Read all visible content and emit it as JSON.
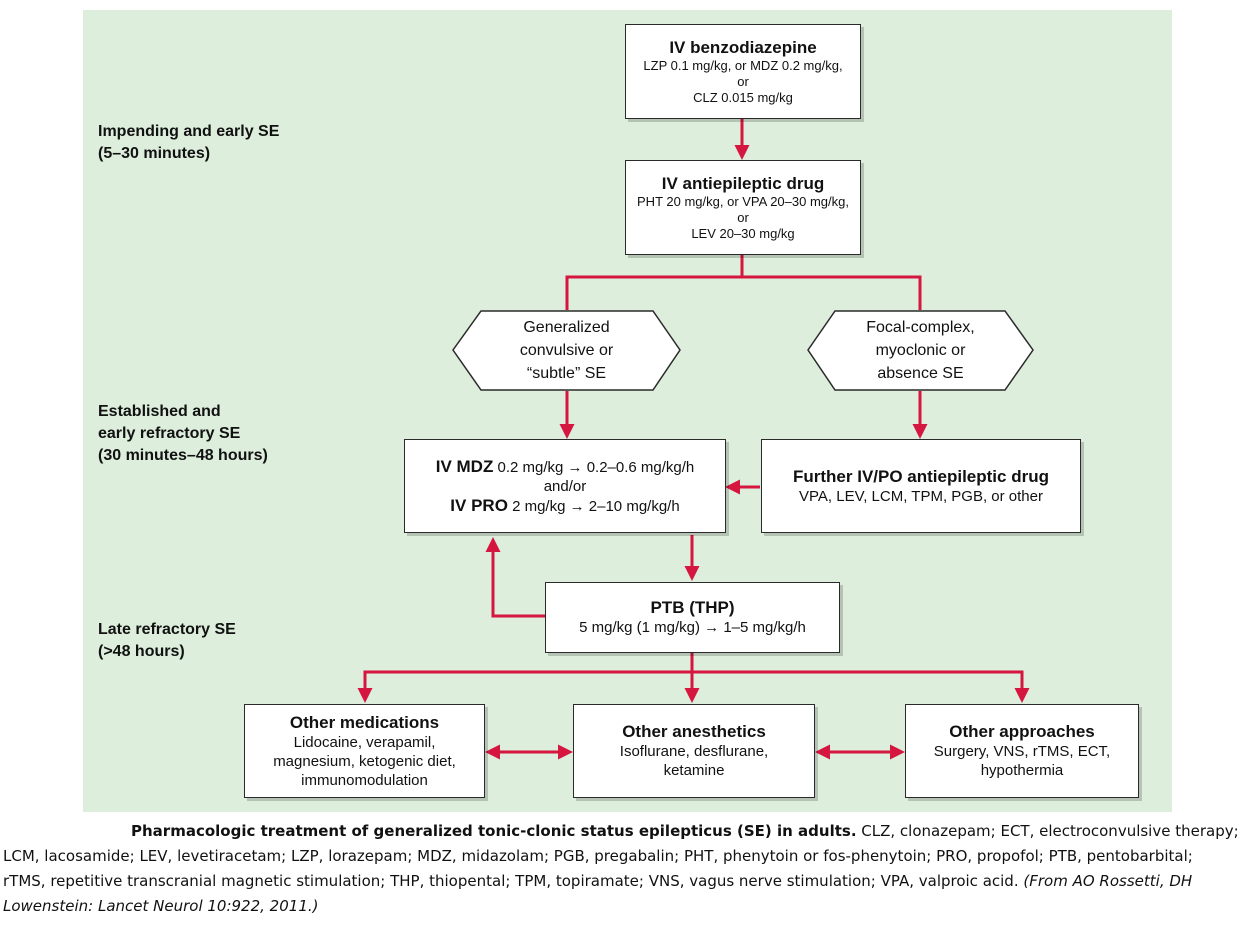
{
  "stages": {
    "early": [
      "Impending and early SE",
      "(5–30 minutes)"
    ],
    "established": [
      "Established and",
      "early refractory SE",
      "(30 minutes–48 hours)"
    ],
    "late": [
      "Late refractory SE",
      "(>48 hours)"
    ]
  },
  "benzo": {
    "title": "IV benzodiazepine",
    "lines": [
      "LZP 0.1 mg/kg, or MDZ 0.2 mg/kg,",
      "or",
      "CLZ 0.015 mg/kg"
    ]
  },
  "aed": {
    "title": "IV antiepileptic drug",
    "lines": [
      "PHT 20 mg/kg, or VPA 20–30 mg/kg,",
      "or",
      "LEV 20–30 mg/kg"
    ]
  },
  "generalized": [
    "Generalized",
    "convulsive or",
    "“subtle” SE"
  ],
  "focal": [
    "Focal-complex,",
    "myoclonic or",
    "absence SE"
  ],
  "mdz": {
    "l1_bold": "IV MDZ",
    "l1_rest": " 0.2 mg/kg → 0.2–0.6 mg/kg/h",
    "l2": "and/or",
    "l3_bold": "IV PRO",
    "l3_rest": " 2 mg/kg → 2–10 mg/kg/h"
  },
  "further": {
    "title": "Further IV/PO antiepileptic drug",
    "line": "VPA, LEV, LCM, TPM, PGB, or other"
  },
  "ptb": {
    "title": "PTB (THP)",
    "line": "5 mg/kg (1 mg/kg) → 1–5 mg/kg/h"
  },
  "other_meds": {
    "title": "Other medications",
    "lines": [
      "Lidocaine, verapamil,",
      "magnesium, ketogenic diet,",
      "immunomodulation"
    ]
  },
  "other_anesthetics": {
    "title": "Other anesthetics",
    "lines": [
      "Isoflurane, desflurane,",
      "ketamine"
    ]
  },
  "other_approaches": {
    "title": "Other approaches",
    "lines": [
      "Surgery, VNS, rTMS, ECT,",
      "hypothermia"
    ]
  },
  "caption": {
    "bold": "Pharmacologic treatment of generalized tonic-clonic status epilepticus (SE) in adults.",
    "text": " CLZ, clonazepam; ECT, electroconvulsive therapy; LCM, lacosamide; LEV, levetiracetam; LZP, lorazepam; MDZ, midazolam; PGB, pregabalin; PHT, phenytoin or fos-phenytoin; PRO, propofol; PTB, pentobarbital; rTMS, repetitive transcranial magnetic stimulation; THP, thiopental; TPM, topiramate; VNS, vagus nerve stimulation; VPA, valproic acid.",
    "source": "(From AO Rossetti, DH Lowenstein: Lancet Neurol 10:922, 2011.)"
  },
  "colors": {
    "arrow": "#d5173f",
    "panel": "#ddeedd"
  }
}
